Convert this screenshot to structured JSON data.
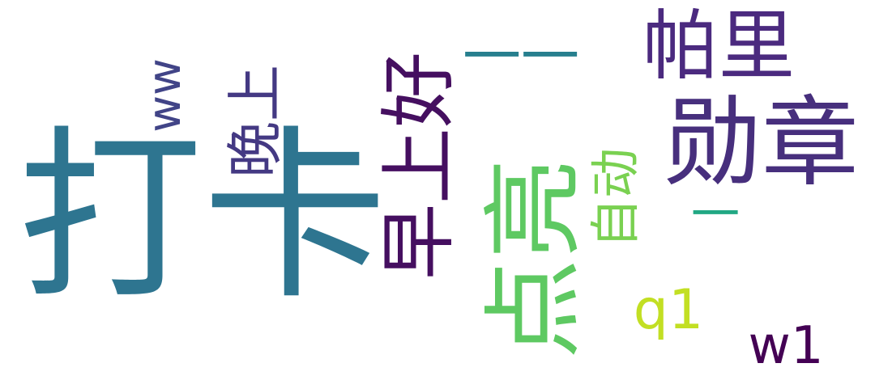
{
  "words": [
    {
      "id": "daka",
      "text": "打卡",
      "color": "#2e7590"
    },
    {
      "id": "xunzhang",
      "text": "勋章",
      "color": "#472f7d"
    },
    {
      "id": "zaoshanghao",
      "text": "早上好",
      "color": "#450f60"
    },
    {
      "id": "dianliang",
      "text": "点亮",
      "color": "#5ec962"
    },
    {
      "id": "pali",
      "text": "帕里",
      "color": "#4b2a7f"
    },
    {
      "id": "wanshang",
      "text": "晚上",
      "color": "#443983"
    },
    {
      "id": "ww",
      "text": "ww",
      "color": "#414487"
    },
    {
      "id": "yiyi",
      "text": "一一",
      "color": "#277f8e"
    },
    {
      "id": "zidong",
      "text": "自动",
      "color": "#7ad151"
    },
    {
      "id": "yi",
      "text": "一",
      "color": "#22a884"
    },
    {
      "id": "q1",
      "text": "q1",
      "color": "#c2df23"
    },
    {
      "id": "w1",
      "text": "w1",
      "color": "#440154"
    }
  ]
}
